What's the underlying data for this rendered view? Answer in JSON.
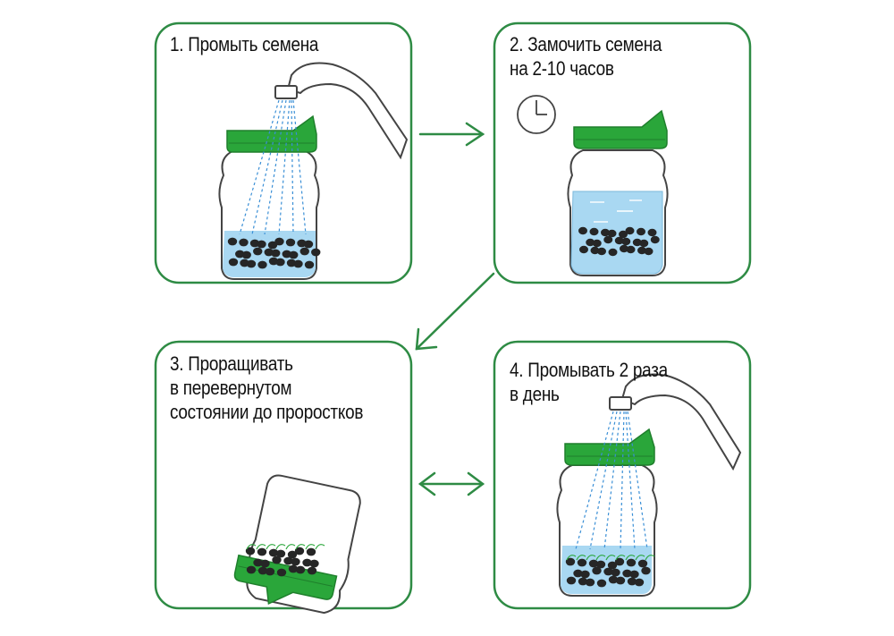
{
  "steps": [
    {
      "number": "1",
      "title": "1. Промыть семена"
    },
    {
      "number": "2",
      "title": "2. Замочить семена\nна 2-10 часов"
    },
    {
      "number": "3",
      "title": "3. Проращивать\nв перевернутом\nсостоянии до проростков"
    },
    {
      "number": "4",
      "title": "4. Промывать 2 раза\nв день"
    }
  ],
  "colors": {
    "panel_border": "#2e8b44",
    "arrow": "#2e8b44",
    "lid": "#2aa63a",
    "lid_dark": "#1f7f2c",
    "water": "#a9d8f2",
    "seed": "#262626",
    "stream": "#3a8fd6",
    "jar_outline": "#444444"
  },
  "icons": [
    "faucet-icon",
    "jar-icon",
    "clock-icon",
    "arrow-right-icon",
    "arrow-down-left-icon",
    "arrow-double-icon"
  ]
}
